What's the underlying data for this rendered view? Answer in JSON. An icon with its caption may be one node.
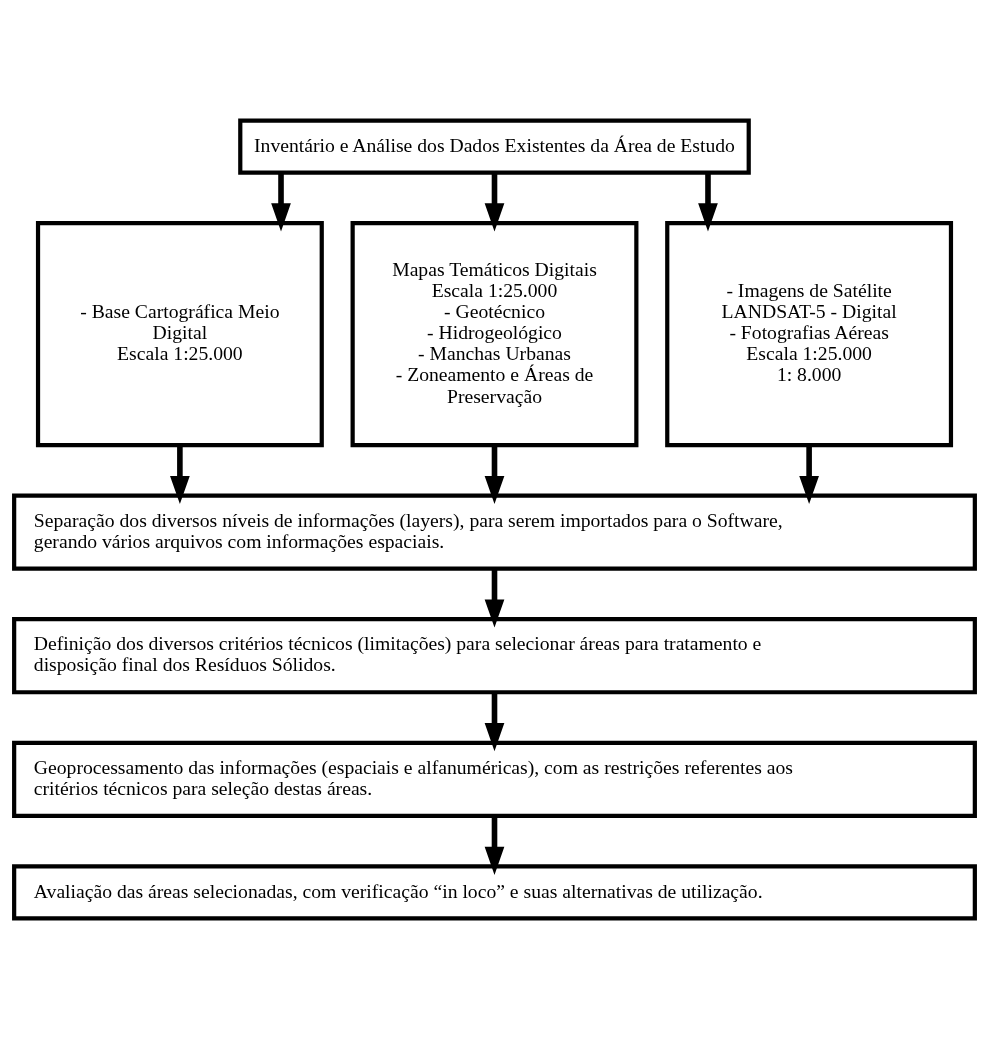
{
  "diagram": {
    "nodes": [
      {
        "text": [
          "Inventário e Análise dos Dados Existentes da Área de Estudo"
        ]
      },
      {
        "text": [
          "- Base Cartográfica Meio Digital",
          "Escala 1:25.000"
        ]
      },
      {
        "text": [
          "Mapas Temáticos Digitais",
          "Escala 1:25.000",
          "- Geotécnico",
          "- Hidrogeológico",
          "- Manchas Urbanas",
          "- Zoneamento e Áreas de Preservação"
        ]
      },
      {
        "text": [
          "- Imagens de Satélite LANDSAT-5 - Digital",
          "- Fotografias Aéreas",
          "Escala 1:25.000",
          "1: 8.000"
        ]
      },
      {
        "text": [
          "Separação dos diversos níveis de informações (layers), para serem importados para o Software, gerando vários arquivos com informações espaciais."
        ]
      },
      {
        "text": [
          "Definição dos diversos critérios técnicos (limitações) para selecionar áreas para tratamento e disposição final dos Resíduos Sólidos."
        ]
      },
      {
        "text": [
          "Geoprocessamento das informações (espaciais e alfanuméricas), com as restrições referentes aos critérios técnicos para seleção destas áreas."
        ]
      },
      {
        "text": [
          "Avaliação das áreas selecionadas, com verificação “in loco” e suas alternativas de utilização."
        ]
      }
    ],
    "edges": [
      {
        "from": 0,
        "to": 1,
        "arrow": "to"
      },
      {
        "from": 0,
        "to": 2,
        "arrow": "to"
      },
      {
        "from": 0,
        "to": 3,
        "arrow": "to"
      },
      {
        "from": 1,
        "to": 4,
        "arrow": "to"
      },
      {
        "from": 2,
        "to": 4,
        "arrow": "to"
      },
      {
        "from": 3,
        "to": 4,
        "arrow": "to"
      },
      {
        "from": 4,
        "to": 5,
        "arrow": "to"
      },
      {
        "from": 5,
        "to": 6,
        "arrow": "to"
      },
      {
        "from": 6,
        "to": 7,
        "arrow": "to"
      }
    ]
  }
}
